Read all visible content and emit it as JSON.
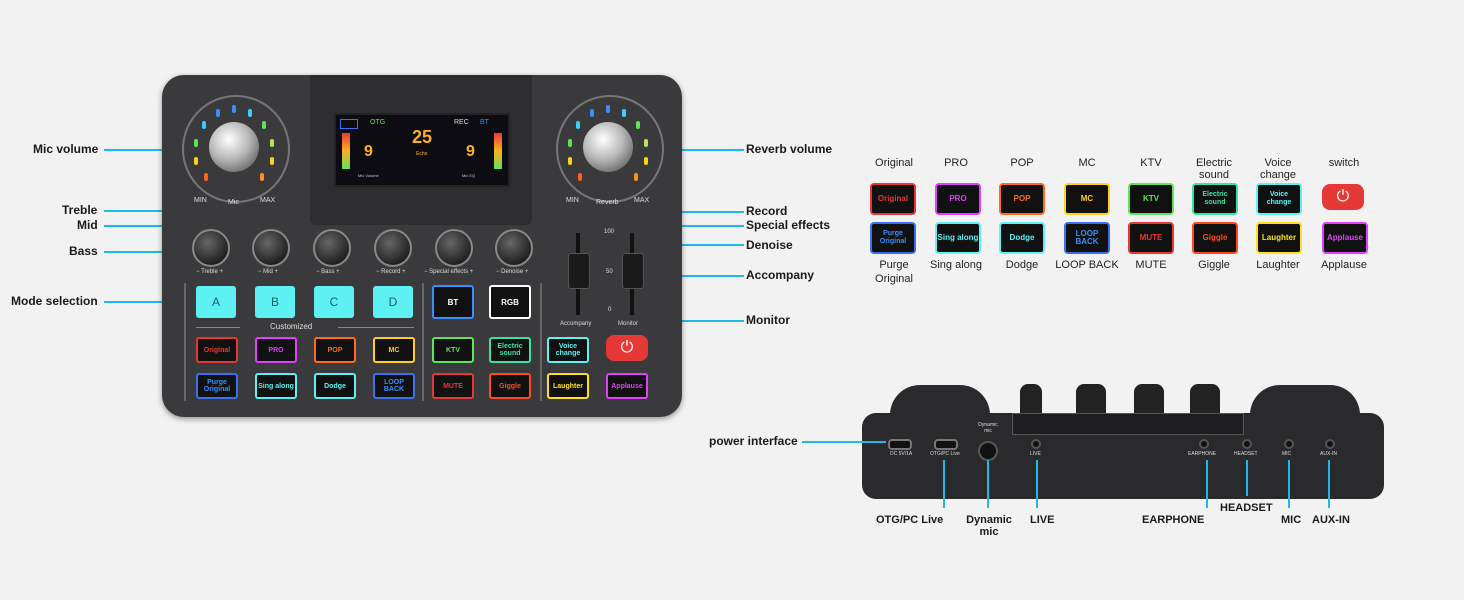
{
  "colors": {
    "accent_line": "#22b8e6",
    "pad": "#5ef1f3",
    "power_red": "#e53935"
  },
  "callouts": {
    "mic_volume": "Mic volume",
    "treble": "Treble",
    "mid": "Mid",
    "bass": "Bass",
    "mode_selection": "Mode selection",
    "reverb_volume": "Reverb volume",
    "record": "Record",
    "special_effects": "Special effects",
    "denoise": "Denoise",
    "accompany": "Accompany",
    "monitor": "Monitor",
    "power_interface": "power interface"
  },
  "mixer": {
    "mic_min": "MIN",
    "mic_label": "Mic",
    "mic_max": "MAX",
    "rev_min": "MIN",
    "rev_label": "Reverb",
    "rev_max": "MAX",
    "display": {
      "otg": "OTG",
      "time": "25",
      "rec": "REC",
      "bt": "BT",
      "left_num": "9",
      "right_num": "9",
      "left_cap": "Mic Volume",
      "right_cap": "Mic EQ",
      "mid_cap": "Echo"
    },
    "knob_caps": [
      "− Treble +",
      "−  Mid  +",
      "−  Bass  +",
      "− Record +",
      "− Special effects +",
      "− Denoise +"
    ],
    "pads": [
      "A",
      "B",
      "C",
      "D"
    ],
    "customized": "Customized",
    "bt": "BT",
    "rgb": "RGB",
    "fader_100": "100",
    "fader_50": "50",
    "fader_0": "0",
    "accompany": "Accompany",
    "monitor": "Monitor",
    "row1": [
      "Original",
      "PRO",
      "POP",
      "MC",
      "KTV",
      "Electric sound",
      "Voice change"
    ],
    "row2": [
      "Purge Original",
      "Sing along",
      "Dodge",
      "LOOP BACK",
      "MUTE",
      "Giggle",
      "Laughter",
      "Applause"
    ]
  },
  "legend": {
    "headers": [
      "Original",
      "PRO",
      "POP",
      "MC",
      "KTV",
      "Electric sound",
      "Voice change",
      "switch"
    ],
    "top_buttons": [
      "Original",
      "PRO",
      "POP",
      "MC",
      "KTV",
      "Electric sound",
      "Voice change"
    ],
    "bottom_buttons": [
      "Purge Original",
      "Sing along",
      "Dodge",
      "LOOP BACK",
      "MUTE",
      "Giggle",
      "Laughter",
      "Applause"
    ],
    "footers": [
      "Purge Original",
      "Sing along",
      "Dodge",
      "LOOP BACK",
      "MUTE",
      "Giggle",
      "Laughter",
      "Applause"
    ]
  },
  "side": {
    "port_labels": {
      "dc": "DC 5V/1A",
      "otg": "OTG/PC Live",
      "dyn": "Dynamic mic",
      "live": "LIVE",
      "earphone": "EARPHONE",
      "headset": "HEADSET",
      "mic": "MIC",
      "aux": "AUX-IN"
    },
    "callouts": {
      "otg": "OTG/PC Live",
      "dyn": "Dynamic mic",
      "live": "LIVE",
      "earphone": "EARPHONE",
      "headset": "HEADSET",
      "mic": "MIC",
      "aux": "AUX-IN"
    }
  }
}
